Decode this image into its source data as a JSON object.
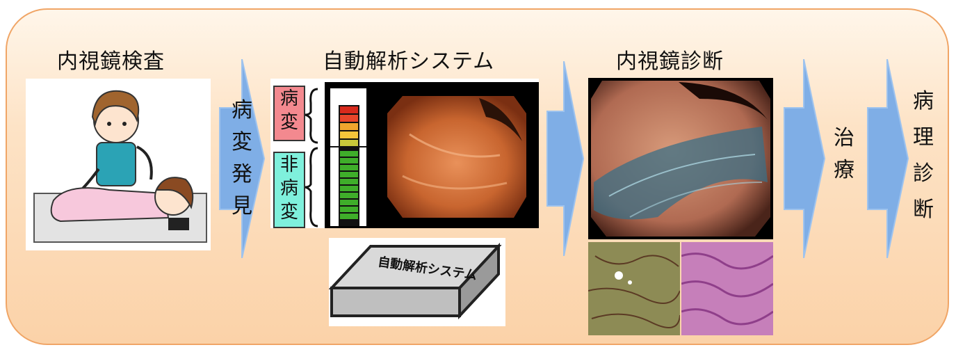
{
  "titles": {
    "exam": "内視鏡検査",
    "system": "自動解析システム",
    "diagnosis": "内視鏡診断"
  },
  "arrow_labels": {
    "lesion_found": [
      "病",
      "変",
      "発",
      "見"
    ],
    "treatment": [
      "治",
      "療"
    ],
    "pathology": [
      "病",
      "理",
      "診",
      "断"
    ]
  },
  "indicator": {
    "lesion_label": [
      "病",
      "変"
    ],
    "nonlesion_label": [
      "非",
      "病",
      "変"
    ]
  },
  "device": {
    "label": "自動解析システム"
  },
  "colors": {
    "panel_border": "#f0a566",
    "arrow": "#7faee6",
    "lesion_box": "#f3898f",
    "nonlesion_box": "#7ff0dc"
  }
}
